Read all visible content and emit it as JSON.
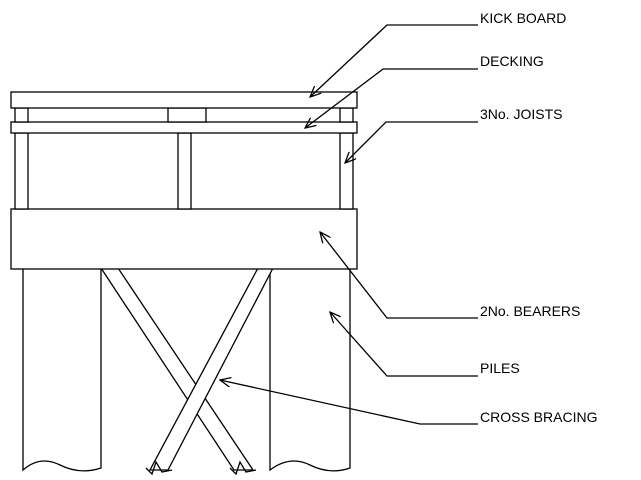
{
  "diagram": {
    "labels": {
      "kick_board": "KICK BOARD",
      "decking": "DECKING",
      "joists": "3No. JOISTS",
      "bearers": "2No. BEARERS",
      "piles": "PILES",
      "cross_bracing": "CROSS BRACING"
    },
    "colors": {
      "line": "#000000",
      "background": "#ffffff"
    }
  }
}
